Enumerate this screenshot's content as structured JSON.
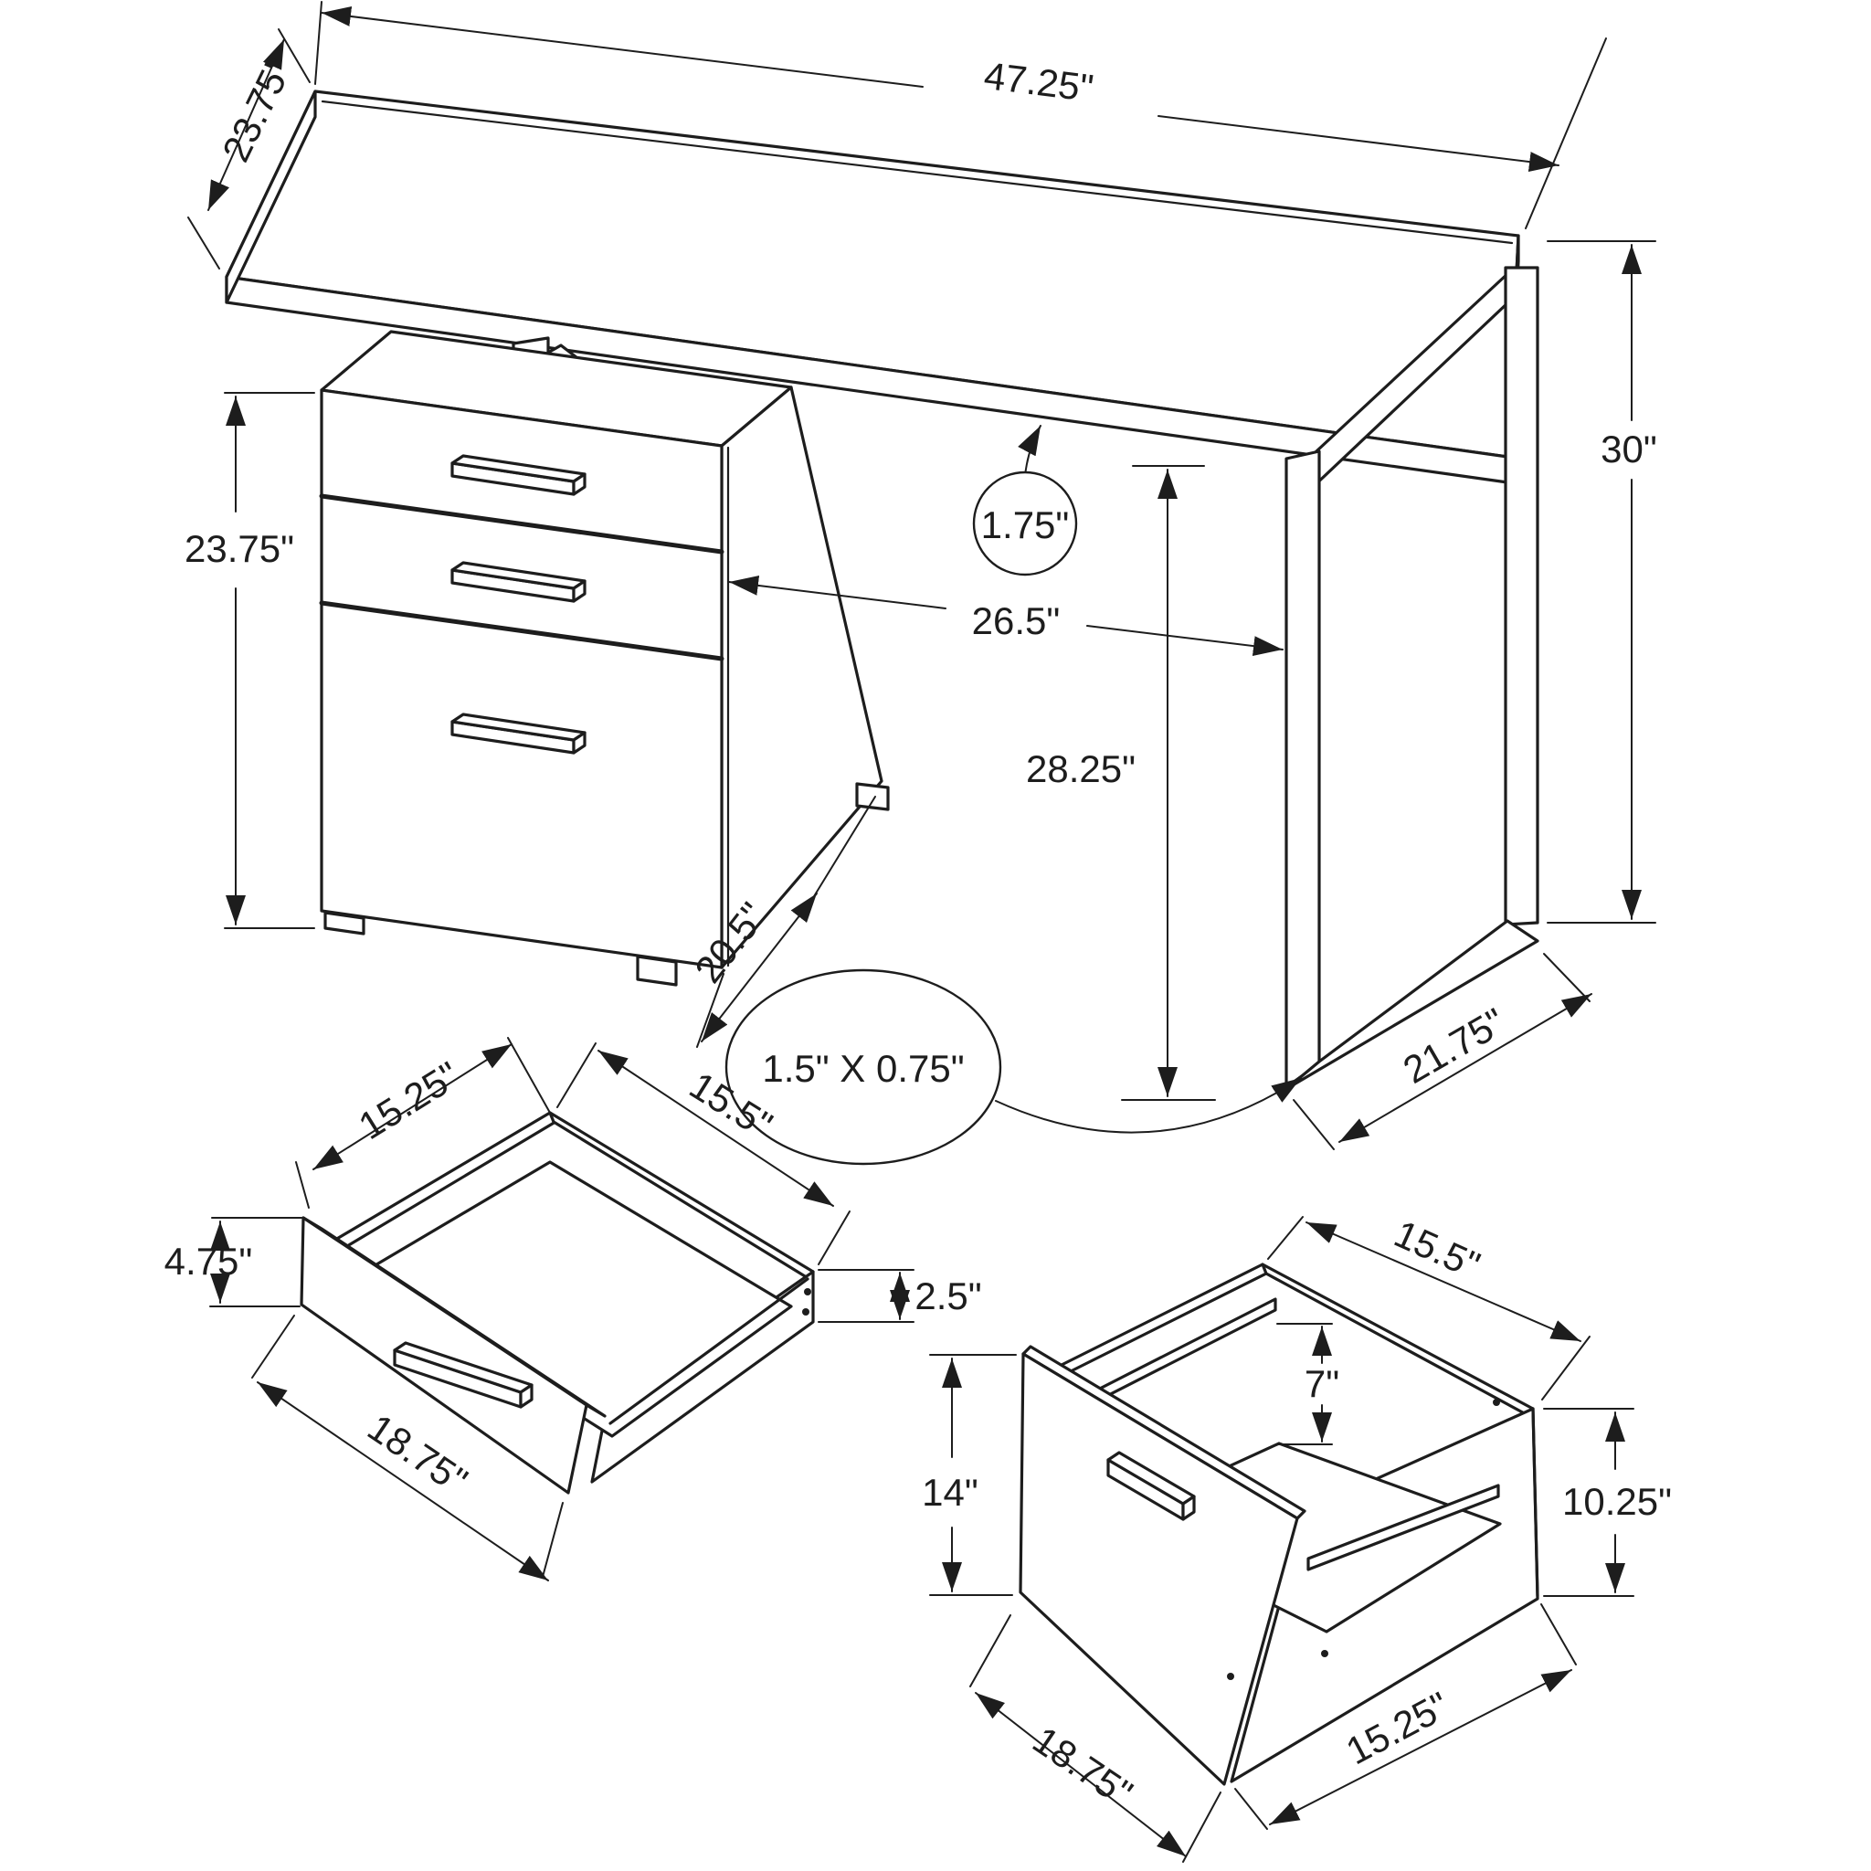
{
  "title": "Computer desk dimension diagram",
  "colors": {
    "background": "#ffffff",
    "line": "#1d1d1d"
  },
  "desk": {
    "depth": "23.75\"",
    "width": "47.25\"",
    "height": "30\"",
    "top_thickness": "1.75\"",
    "opening_width": "26.5\"",
    "opening_height": "28.25\"",
    "cabinet_height": "23.75\"",
    "cabinet_depth": "20.5\"",
    "leg_depth": "21.75\"",
    "leg_tube_size": "1.5\" X 0.75\""
  },
  "small_drawer": {
    "inner_width": "15.25\"",
    "inner_depth": "15.5\"",
    "front_height": "4.75\"",
    "side_height": "2.5\"",
    "front_width": "18.75\""
  },
  "file_drawer": {
    "inner_depth": "15.5\"",
    "rail_height": "7\"",
    "front_height": "14\"",
    "side_height": "10.25\"",
    "front_width": "18.75\"",
    "bottom_depth": "15.25\""
  }
}
